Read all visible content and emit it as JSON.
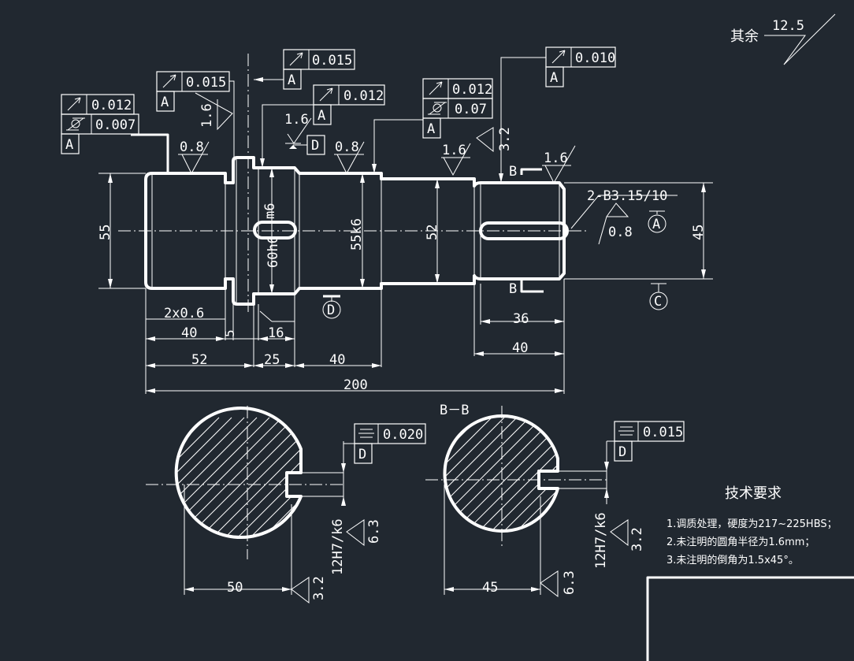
{
  "rest_roughness": {
    "label": "其余",
    "value": "12.5"
  },
  "gdt": {
    "f1": {
      "runout": "0.012",
      "cyl": "0.007",
      "datum": "A"
    },
    "f2": {
      "runout": "0.015",
      "datum": "A"
    },
    "f3": {
      "runout": "0.015",
      "datum": "A"
    },
    "f4": {
      "runout": "0.012",
      "datum": "A"
    },
    "f5": {
      "runout": "0.012",
      "cyl": "0.07",
      "datum": "A"
    },
    "f6": {
      "runout": "0.010",
      "datum": "A"
    },
    "sym1": {
      "value": "0.020",
      "datum": "D"
    },
    "sym2": {
      "value": "0.015",
      "datum": "D"
    }
  },
  "roughness": {
    "r08a": "0.8",
    "r16a": "1.6",
    "r16b": "1.6",
    "r08b": "0.8",
    "r16c": "1.6",
    "r32a": "3.2",
    "r16d": "1.6",
    "r08c": "0.8",
    "r63a": "6.3",
    "r32b": "3.2",
    "r32c": "3.2",
    "r63b": "6.3"
  },
  "datums": {
    "d": "D",
    "d2": "D",
    "a": "A",
    "c": "C"
  },
  "section_marks": {
    "b1": "B",
    "b2": "B",
    "title": "B－B"
  },
  "dims": {
    "d55": "55",
    "d60": "60h6",
    "dm6": "m6",
    "d55k6": "55k6",
    "d52": "52",
    "d45": "45",
    "chamfer": "2x0.6",
    "l40a": "40",
    "l5": "5",
    "l16": "16",
    "l52": "52",
    "l25": "25",
    "l40b": "40",
    "l200": "200",
    "l36": "36",
    "l40c": "40",
    "center_hole": "2-B3.15/10",
    "s50": "50",
    "s45": "45",
    "k1": "12H7/k6",
    "k2": "12H7/k6"
  },
  "notes": {
    "title": "技术要求",
    "items": [
      "1.调质处理，硬度为217~225HBS；",
      "2.未注明的圆角半径为1.6mm；",
      "3.未注明的倒角为1.5x45°。"
    ]
  }
}
